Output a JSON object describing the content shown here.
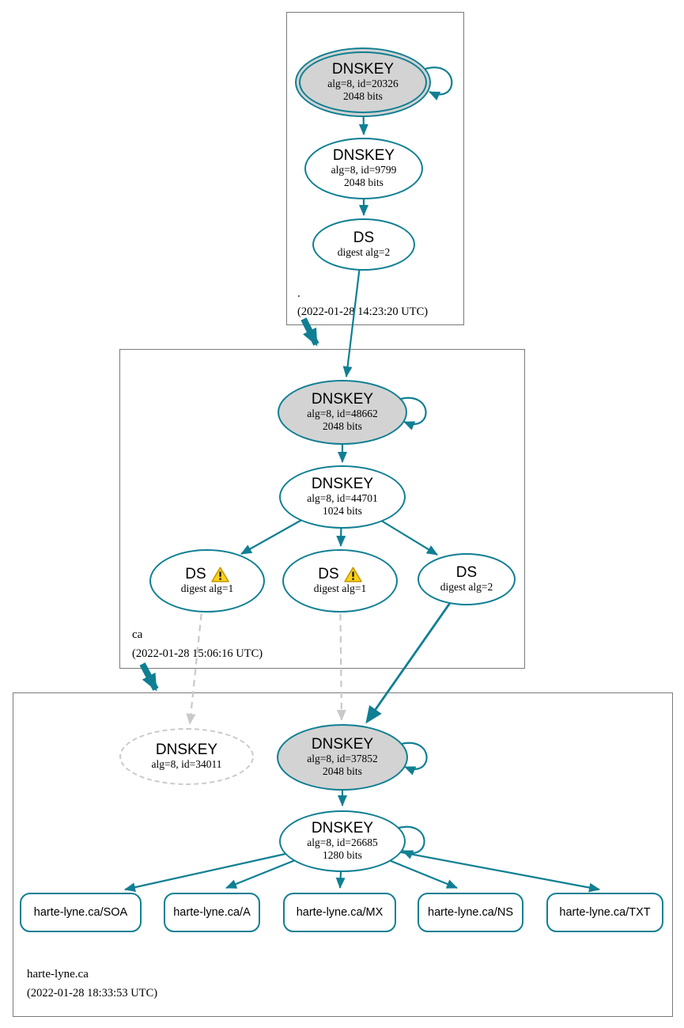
{
  "colors": {
    "teal": "#107f93",
    "grayfill": "#d3d3d3",
    "dashgray": "#c9c9c9",
    "boxborder": "#7a7a7a",
    "warn": "#fad21b"
  },
  "zones": [
    {
      "label": ".",
      "timestamp": "(2022-01-28 14:23:20 UTC)"
    },
    {
      "label": "ca",
      "timestamp": "(2022-01-28 15:06:16 UTC)"
    },
    {
      "label": "harte-lyne.ca",
      "timestamp": "(2022-01-28 18:33:53 UTC)"
    }
  ],
  "nodes": {
    "root_ksk": {
      "title": "DNSKEY",
      "detail": "alg=8, id=20326",
      "bits": "2048 bits"
    },
    "root_zsk": {
      "title": "DNSKEY",
      "detail": "alg=8, id=9799",
      "bits": "2048 bits"
    },
    "root_ds": {
      "title": "DS",
      "detail": "digest alg=2"
    },
    "ca_ksk": {
      "title": "DNSKEY",
      "detail": "alg=8, id=48662",
      "bits": "2048 bits"
    },
    "ca_zsk": {
      "title": "DNSKEY",
      "detail": "alg=8, id=44701",
      "bits": "1024 bits"
    },
    "ca_ds1": {
      "title": "DS",
      "detail": "digest alg=1"
    },
    "ca_ds2": {
      "title": "DS",
      "detail": "digest alg=1"
    },
    "ca_ds3": {
      "title": "DS",
      "detail": "digest alg=2"
    },
    "hl_missing": {
      "title": "DNSKEY",
      "detail": "alg=8, id=34011"
    },
    "hl_ksk": {
      "title": "DNSKEY",
      "detail": "alg=8, id=37852",
      "bits": "2048 bits"
    },
    "hl_zsk": {
      "title": "DNSKEY",
      "detail": "alg=8, id=26685",
      "bits": "1280 bits"
    }
  },
  "rrsets": [
    "harte-lyne.ca/SOA",
    "harte-lyne.ca/A",
    "harte-lyne.ca/MX",
    "harte-lyne.ca/NS",
    "harte-lyne.ca/TXT"
  ]
}
